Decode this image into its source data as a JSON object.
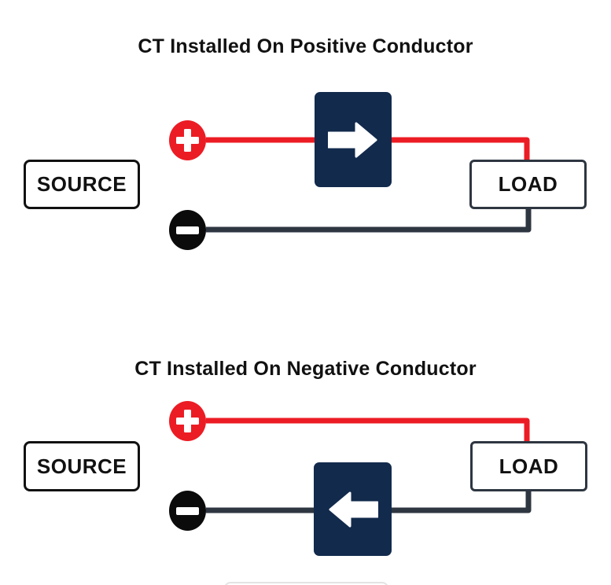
{
  "colors": {
    "background": "#FFFFFF",
    "navy": "#122A4C",
    "red": "#EC1C24",
    "terminal_black": "#0B0B0B",
    "wire_dark": "#2E3641",
    "ink": "#111111",
    "cropped_box_border": "#E3E3E3"
  },
  "sections": [
    {
      "title": "CT Installed On Positive Conductor",
      "source_label": "SOURCE",
      "load_label": "LOAD",
      "positive_terminal_icon": "plus-icon",
      "negative_terminal_icon": "minus-icon",
      "ct_arrow_icon": "arrow-right-icon"
    },
    {
      "title": "CT Installed On Negative Conductor",
      "source_label": "SOURCE",
      "load_label": "LOAD",
      "positive_terminal_icon": "plus-icon",
      "negative_terminal_icon": "minus-icon",
      "ct_arrow_icon": "arrow-left-icon"
    }
  ]
}
